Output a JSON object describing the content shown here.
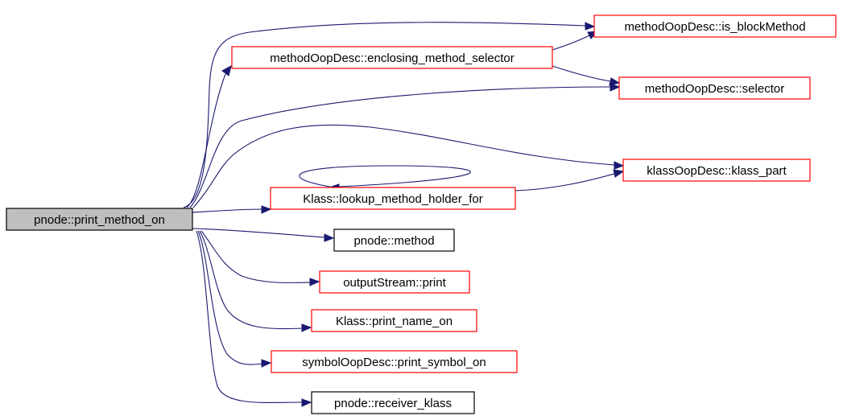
{
  "colors": {
    "edge": "#191970",
    "root_fill": "#bfbfbf",
    "root_border": "#000000",
    "documented_border": "#000000",
    "undocumented_border": "#ff0000",
    "node_fill": "#ffffff"
  },
  "nodes": [
    {
      "id": "root",
      "label": "pnode::print_method_on",
      "kind": "root"
    },
    {
      "id": "is_block",
      "label": "methodOopDesc::is_blockMethod",
      "kind": "red"
    },
    {
      "id": "enclosing",
      "label": "methodOopDesc::enclosing_method_selector",
      "kind": "red"
    },
    {
      "id": "selector",
      "label": "methodOopDesc::selector",
      "kind": "red"
    },
    {
      "id": "klass_part",
      "label": "klassOopDesc::klass_part",
      "kind": "red"
    },
    {
      "id": "lookup",
      "label": "Klass::lookup_method_holder_for",
      "kind": "red"
    },
    {
      "id": "method",
      "label": "pnode::method",
      "kind": "black"
    },
    {
      "id": "print",
      "label": "outputStream::print",
      "kind": "red"
    },
    {
      "id": "print_name",
      "label": "Klass::print_name_on",
      "kind": "red"
    },
    {
      "id": "print_symbol",
      "label": "symbolOopDesc::print_symbol_on",
      "kind": "red"
    },
    {
      "id": "receiver",
      "label": "pnode::receiver_klass",
      "kind": "black"
    }
  ]
}
